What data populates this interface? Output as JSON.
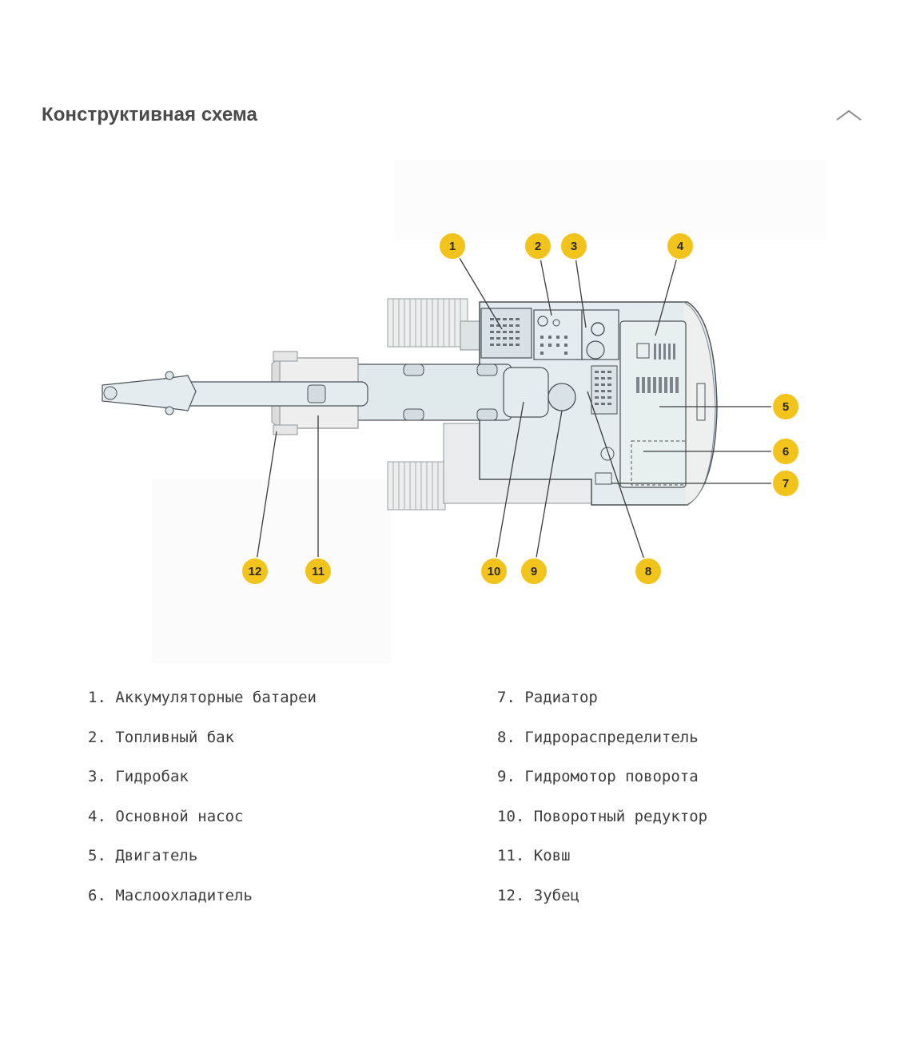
{
  "header": {
    "title": "Конструктивная схема",
    "collapse_icon": "chevron-up-icon"
  },
  "diagram": {
    "subject": "excavator-top-view",
    "colors": {
      "body": "#e4ecef",
      "outline": "#4b5257",
      "badge": "#f2c31a",
      "badge_border": "#ffffff",
      "leader": "#3b3b3b"
    },
    "callouts": [
      "1",
      "2",
      "3",
      "4",
      "5",
      "6",
      "7",
      "8",
      "9",
      "10",
      "11",
      "12"
    ]
  },
  "legend": {
    "items": [
      "1. Аккумуляторные батареи",
      "2. Топливный бак",
      "3. Гидробак",
      "4. Основной насос",
      "5. Двигатель",
      "6. Маслоохладитель",
      "7. Радиатор",
      "8. Гидрораспределитель",
      "9. Гидромотор поворота",
      "10. Поворотный редуктор",
      "11. Ковш",
      "12. Зубец"
    ]
  }
}
